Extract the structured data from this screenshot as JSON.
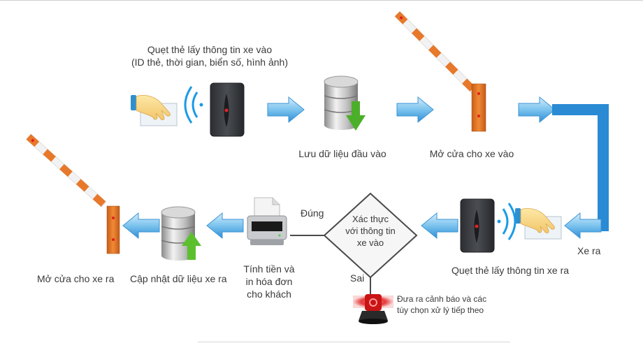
{
  "steps": {
    "swipe_in": {
      "line1": "Quẹt thẻ lấy thông tin xe vào",
      "line2": "(ID thẻ, thời gian, biển số, hình ảnh)"
    },
    "save_in": "Lưu dữ liệu đầu vào",
    "open_in": "Mở cửa cho xe vào",
    "exit": "Xe ra",
    "swipe_out": "Quẹt thẻ lấy thông tin xe ra",
    "verify": {
      "line1": "Xác thực",
      "line2": "với thông tin",
      "line3": "xe vào"
    },
    "yes": "Đúng",
    "no": "Sai",
    "alert": {
      "line1": "Đưa ra cảnh báo và các",
      "line2": "tùy chọn xử lý tiếp theo"
    },
    "print": {
      "line1": "Tính tiền và",
      "line2": "in hóa đơn",
      "line3": "cho khách"
    },
    "update_out": "Cập nhật dữ liệu xe ra",
    "open_out": "Mở cửa cho xe ra"
  },
  "icons": {
    "hand": "hand-card-icon",
    "reader": "card-reader-icon",
    "database_in": "database-download-icon",
    "barrier": "barrier-gate-icon",
    "printer": "printer-icon",
    "database_out": "database-upload-icon",
    "alarm": "alarm-light-icon",
    "arrow": "arrow-icon"
  },
  "colors": {
    "arrow": "#4aa3dd",
    "connector": "#2a8ad4",
    "barrier": "#e8782a",
    "db_down": "#4caf2a",
    "db_up": "#5cbf2e",
    "alarm": "#e02020"
  }
}
